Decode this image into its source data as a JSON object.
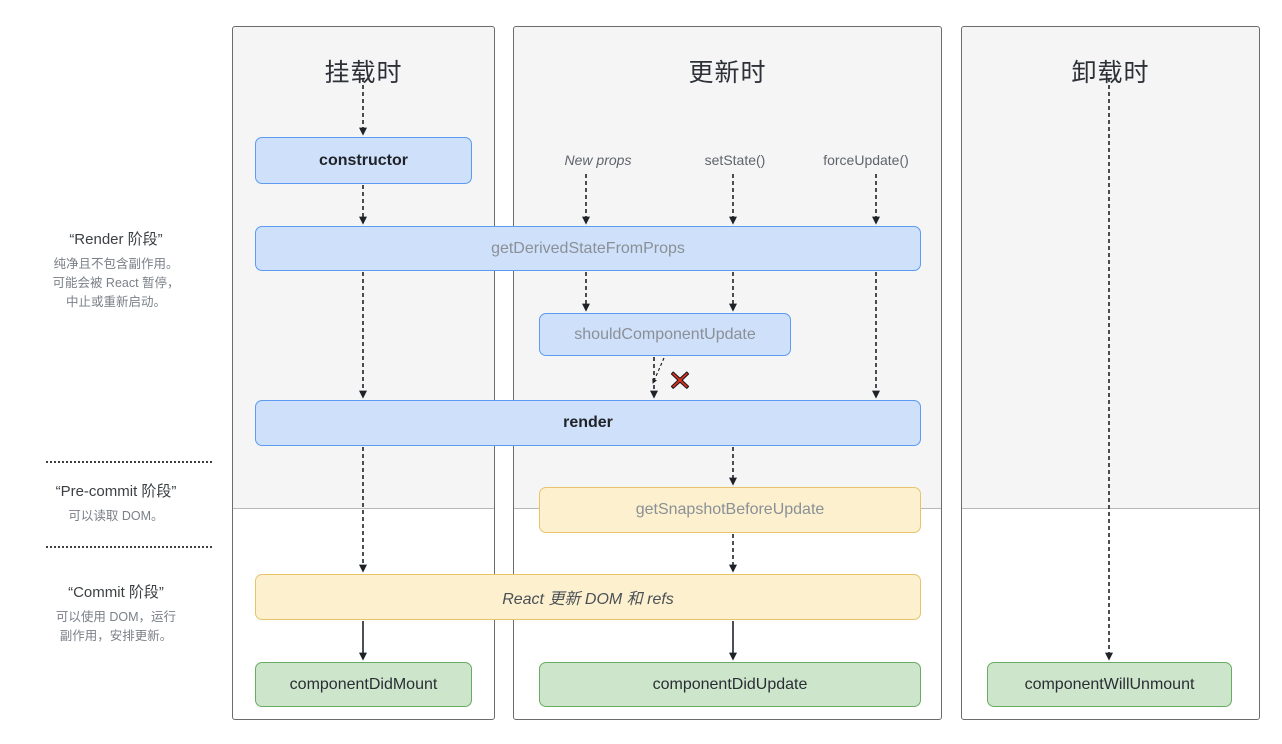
{
  "legend": {
    "blocks": [
      {
        "title": "“Render 阶段”",
        "lines": [
          "纯净且不包含副作用。",
          "可能会被 React 暂停，",
          "中止或重新启动。"
        ]
      },
      {
        "title": "“Pre-commit 阶段”",
        "lines": [
          "可以读取 DOM。"
        ]
      },
      {
        "title": "“Commit 阶段”",
        "lines": [
          "可以使用 DOM，运行",
          "副作用，安排更新。"
        ]
      }
    ]
  },
  "columns": [
    {
      "id": "mounting",
      "title": "挂载时"
    },
    {
      "id": "updating",
      "title": "更新时"
    },
    {
      "id": "unmounting",
      "title": "卸载时"
    }
  ],
  "triggers": [
    {
      "id": "new-props",
      "label": "New props",
      "style": "italic"
    },
    {
      "id": "set-state",
      "label": "setState()",
      "style": "normal"
    },
    {
      "id": "force-update",
      "label": "forceUpdate()",
      "style": "normal"
    }
  ],
  "nodes": [
    {
      "id": "constructor",
      "label": "constructor",
      "color": "blue",
      "emphasis": "strong"
    },
    {
      "id": "get-derived-state",
      "label": "getDerivedStateFromProps",
      "color": "blue",
      "emphasis": "muted"
    },
    {
      "id": "should-component-update",
      "label": "shouldComponentUpdate",
      "color": "blue",
      "emphasis": "muted"
    },
    {
      "id": "render",
      "label": "render",
      "color": "blue",
      "emphasis": "strong"
    },
    {
      "id": "get-snapshot",
      "label": "getSnapshotBeforeUpdate",
      "color": "yellow",
      "emphasis": "muted"
    },
    {
      "id": "react-updates-dom",
      "label": "React 更新 DOM 和 refs",
      "color": "yellow",
      "emphasis": "italic"
    },
    {
      "id": "component-did-mount",
      "label": "componentDidMount",
      "color": "green",
      "emphasis": "plain"
    },
    {
      "id": "component-did-update",
      "label": "componentDidUpdate",
      "color": "green",
      "emphasis": "plain"
    },
    {
      "id": "component-will-unmount",
      "label": "componentWillUnmount",
      "color": "green",
      "emphasis": "plain"
    }
  ],
  "colors": {
    "blue_fill": "#cfe0fb",
    "blue_border": "#5b9bf0",
    "yellow_fill": "#fcf0cf",
    "yellow_border": "#e7c46b",
    "green_fill": "#cde5cb",
    "green_border": "#6aab63",
    "band_fill": "#f5f5f5",
    "x_mark": "#e8301c"
  }
}
